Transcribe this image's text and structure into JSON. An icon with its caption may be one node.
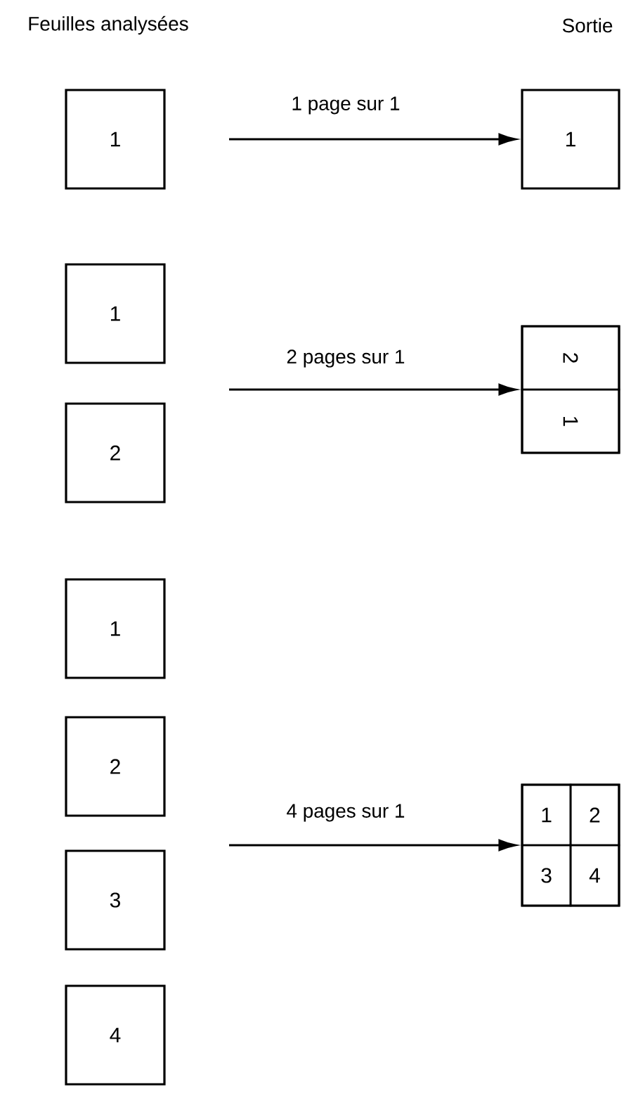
{
  "diagram": {
    "nodes": [
      {
        "text": [
          "1"
        ]
      },
      {
        "text": [
          "1"
        ]
      },
      {
        "text": [
          "1"
        ]
      },
      {
        "text": [
          "2"
        ]
      },
      {
        "text": [],
        "shape": "box"
      },
      {
        "text": [
          "2"
        ],
        "in": 4
      },
      {
        "text": [
          "1"
        ],
        "in": 4
      },
      {
        "text": [
          "1"
        ]
      },
      {
        "text": [
          "2"
        ]
      },
      {
        "text": [
          "3"
        ]
      },
      {
        "text": [
          "4"
        ]
      },
      {
        "text": [],
        "shape": "box"
      },
      {
        "text": [
          "1"
        ],
        "in": 11
      },
      {
        "text": [
          "2"
        ],
        "in": 11
      },
      {
        "text": [
          "3"
        ],
        "in": 11
      },
      {
        "text": [
          "4"
        ],
        "in": 11
      }
    ],
    "edges": [
      {
        "from": null,
        "to": 1,
        "arrow": "to",
        "label": "1 page sur 1"
      },
      {
        "from": null,
        "to": 4,
        "arrow": "to",
        "label": "2 pages sur 1"
      },
      {
        "from": null,
        "to": 11,
        "arrow": "to",
        "label": "4 pages sur 1"
      }
    ],
    "labels": [
      "Feuilles analysées",
      "Sortie"
    ]
  }
}
